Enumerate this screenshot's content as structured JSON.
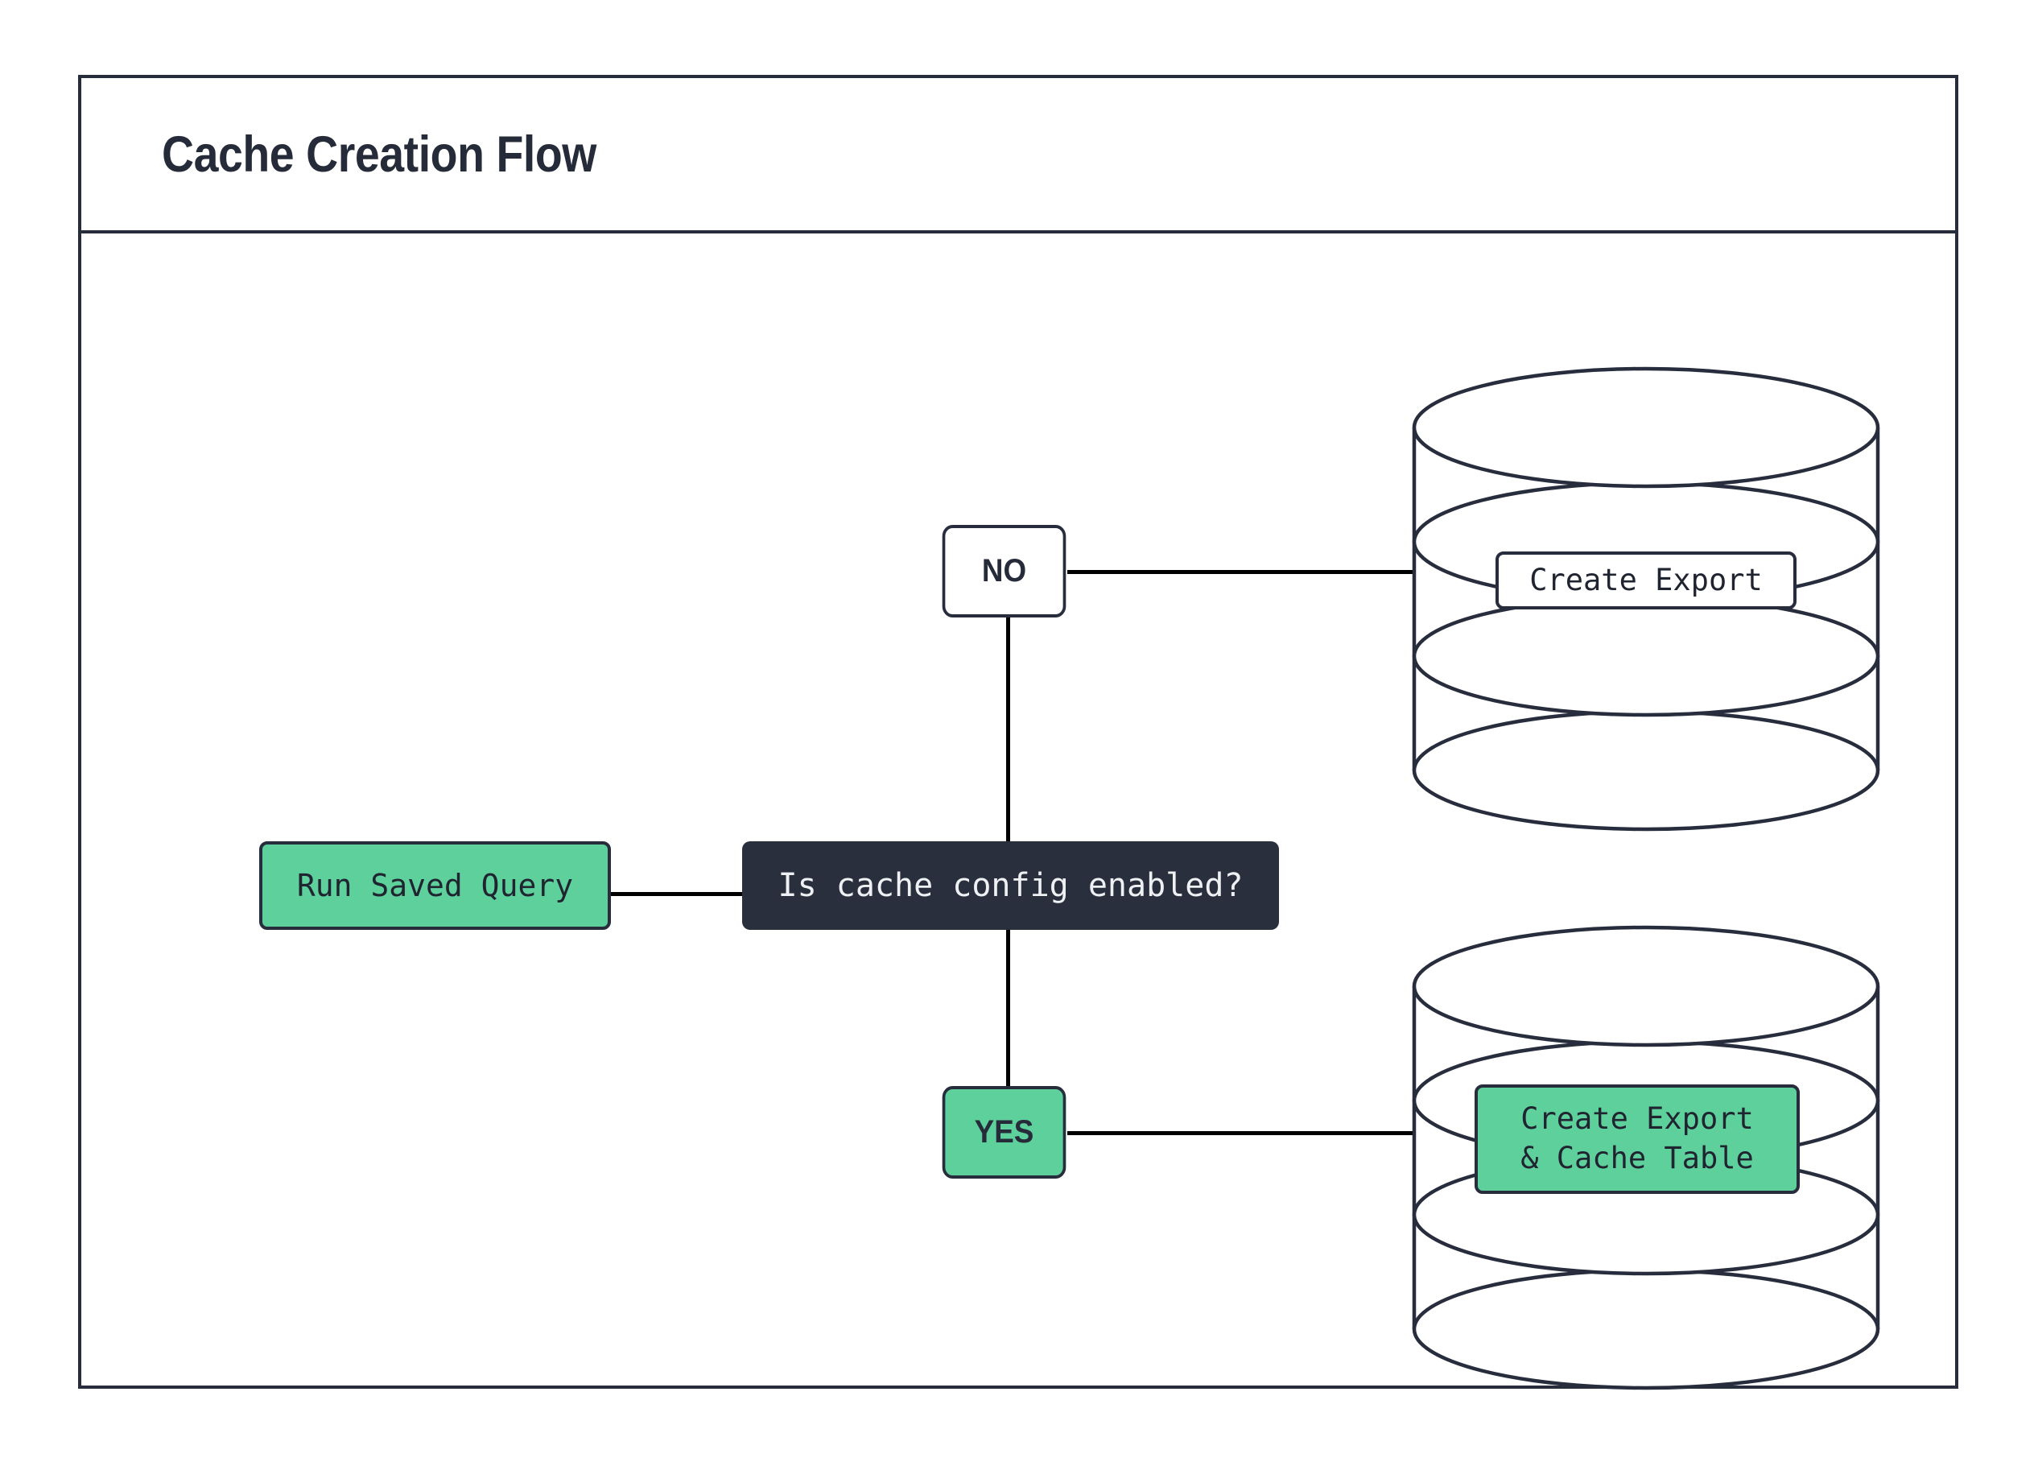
{
  "diagram": {
    "title": "Cache Creation Flow",
    "colors": {
      "stroke": "#282d3d",
      "green_fill": "#5ed09b",
      "dark_fill": "#2a2f3e",
      "white_fill": "#ffffff",
      "edge": "#000000",
      "title_text": "#262b3a",
      "dark_text": "#1f2430",
      "light_text": "#eef0f3"
    },
    "nodes": {
      "run_saved_query": {
        "label": "Run Saved Query",
        "shape": "process",
        "fill": "green"
      },
      "decision": {
        "label": "Is cache config enabled?",
        "shape": "decision",
        "fill": "dark"
      },
      "branch_no": {
        "label": "NO",
        "shape": "label",
        "fill": "white"
      },
      "branch_yes": {
        "label": "YES",
        "shape": "label",
        "fill": "green"
      },
      "db_top": {
        "shape": "database",
        "label_line1": "Create Export",
        "label_line2": "",
        "fill": "white"
      },
      "db_bottom": {
        "shape": "database",
        "label_line1": "Create Export",
        "label_line2": "& Cache Table",
        "fill": "green"
      }
    },
    "edges": [
      {
        "from": "run_saved_query",
        "to": "decision",
        "orientation": "horizontal"
      },
      {
        "from": "decision",
        "to": "branch_no",
        "orientation": "vertical"
      },
      {
        "from": "branch_no",
        "to": "db_top",
        "orientation": "horizontal"
      },
      {
        "from": "decision",
        "to": "branch_yes",
        "orientation": "vertical"
      },
      {
        "from": "branch_yes",
        "to": "db_bottom",
        "orientation": "horizontal"
      }
    ]
  }
}
